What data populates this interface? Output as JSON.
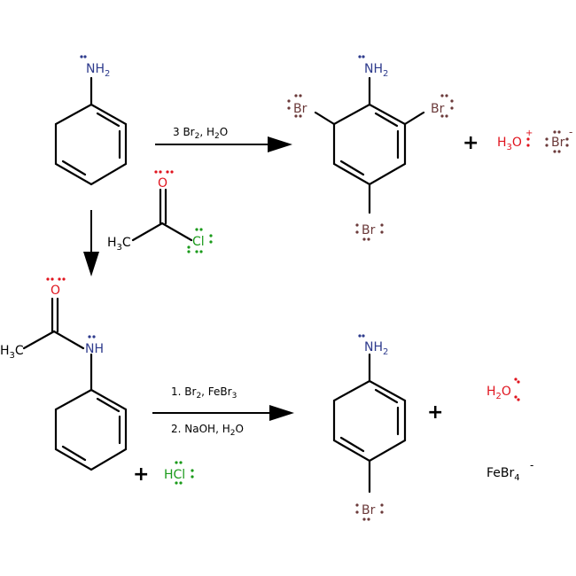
{
  "colors": {
    "nitrogen": "#2d3a8c",
    "oxygen": "#e0141e",
    "chlorine": "#1a9a1a",
    "bromine": "#6b3a3a",
    "bond": "#000000"
  },
  "aniline": {
    "nh2": "NH",
    "nh2_sub": "2"
  },
  "reaction1": {
    "cond_pre": "3 Br",
    "cond_sub1": "2",
    "cond_mid": ", H",
    "cond_sub2": "2",
    "cond_post": "O"
  },
  "tribromoaniline": {
    "nh2": "NH",
    "nh2_sub": "2",
    "br_left": "Br",
    "br_right": "Br",
    "br_bottom": "Br"
  },
  "byproducts1": {
    "plus": "+",
    "h3o": "H",
    "h3o_sub": "3",
    "h3o_o": "O",
    "h3o_charge": "+",
    "br": "Br",
    "br_charge": "-"
  },
  "acetyl_chloride": {
    "o": "O",
    "h3c": "H",
    "h3c_sub": "3",
    "h3c_c": "C",
    "cl": "Cl"
  },
  "acetanilide": {
    "o": "O",
    "h3c": "H",
    "h3c_sub": "3",
    "h3c_c": "C",
    "nh": "NH"
  },
  "hcl": {
    "plus": "+",
    "h": "H",
    "cl": "Cl"
  },
  "reaction2": {
    "step1_pre": "1. Br",
    "step1_sub1": "2",
    "step1_mid": ", FeBr",
    "step1_sub2": "3",
    "step2_pre": "2. NaOH, H",
    "step2_sub": "2",
    "step2_post": "O"
  },
  "bromoaniline": {
    "nh2": "NH",
    "nh2_sub": "2",
    "br": "Br"
  },
  "byproducts2": {
    "plus": "+",
    "h2o": "H",
    "h2o_sub": "2",
    "h2o_o": "O",
    "febr4": "FeBr",
    "febr4_sub": "4",
    "febr4_charge": "-"
  }
}
